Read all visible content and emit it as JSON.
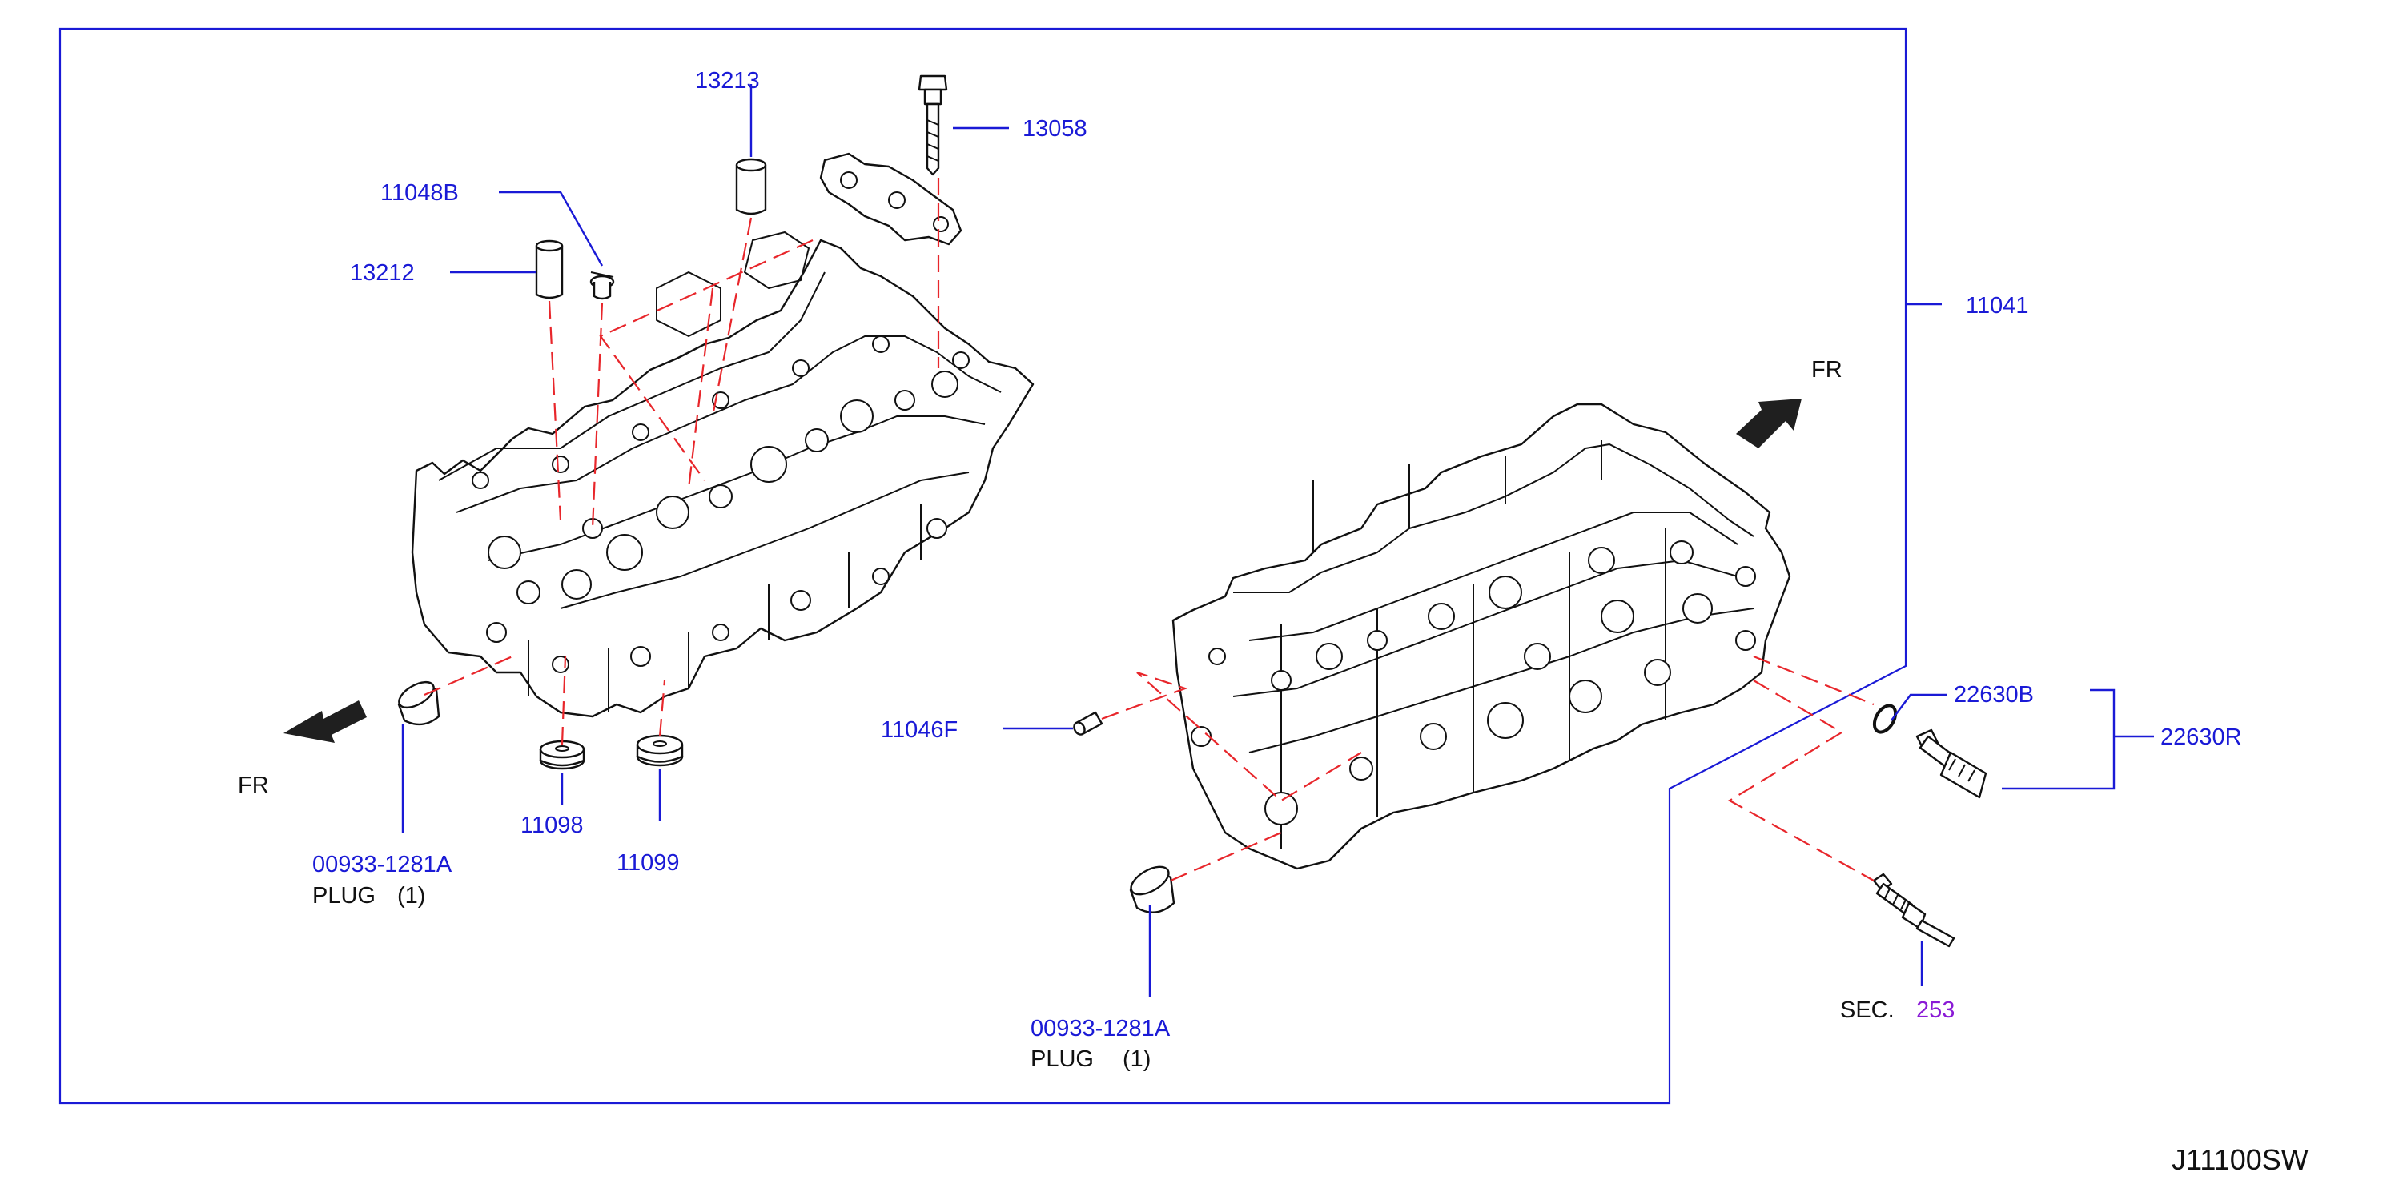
{
  "callouts": {
    "p13213": "13213",
    "p13058": "13058",
    "p11048b": "11048B",
    "p13212": "13212",
    "p11041": "11041",
    "p11046f": "11046F",
    "p11098": "11098",
    "p11099": "11099",
    "p22630b": "22630B",
    "p22630r": "22630R",
    "plug_left_pn": "00933-1281A",
    "plug_left_desc": "PLUG",
    "plug_left_qty": "(1)",
    "plug_right_pn": "00933-1281A",
    "plug_right_desc": "PLUG",
    "plug_right_qty": "(1)",
    "sec_label": "SEC.",
    "sec_number": "253"
  },
  "directions": {
    "fr_left": "FR",
    "fr_right": "FR"
  },
  "diagram_code": "J11100SW",
  "colors": {
    "part_number": "#1a1ad6",
    "section_ref": "#8a1ad6",
    "dashed_guide": "#e8262b",
    "frame": "#1a1ad6",
    "outline": "#111111"
  }
}
